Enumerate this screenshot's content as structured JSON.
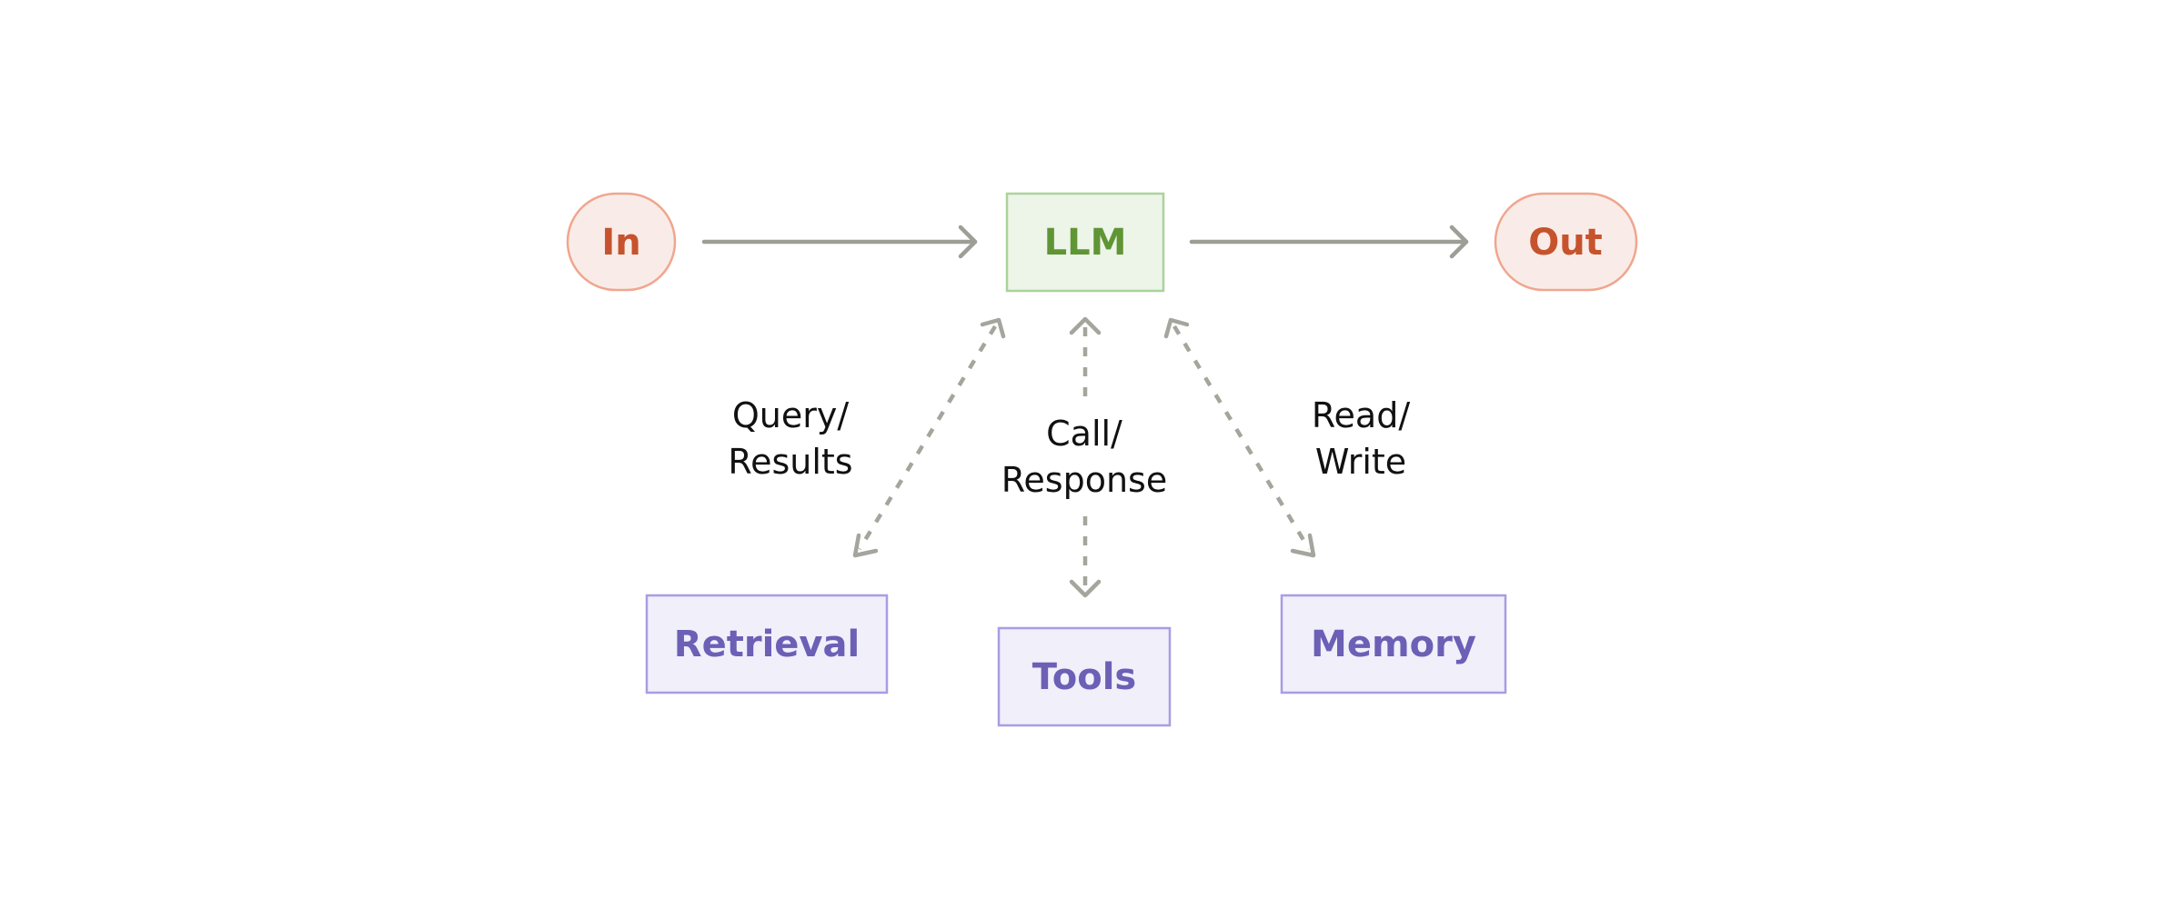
{
  "nodes": {
    "in": {
      "label": "In"
    },
    "llm": {
      "label": "LLM"
    },
    "out": {
      "label": "Out"
    },
    "retrieval": {
      "label": "Retrieval"
    },
    "tools": {
      "label": "Tools"
    },
    "memory": {
      "label": "Memory"
    }
  },
  "edges": {
    "retrieval": {
      "line1": "Query/",
      "line2": "Results"
    },
    "tools": {
      "line1": "Call/",
      "line2": "Response"
    },
    "memory": {
      "line1": "Read/",
      "line2": "Write"
    }
  },
  "colors": {
    "io_fill": "#f9ece8",
    "io_stroke": "#f0a68e",
    "io_text": "#c6532d",
    "llm_fill": "#edf4e8",
    "llm_stroke": "#a9d49a",
    "llm_text": "#5f9534",
    "tool_fill": "#f1effa",
    "tool_stroke": "#a89de3",
    "tool_text": "#6c5fb6",
    "arrow": "#9d9e96"
  }
}
